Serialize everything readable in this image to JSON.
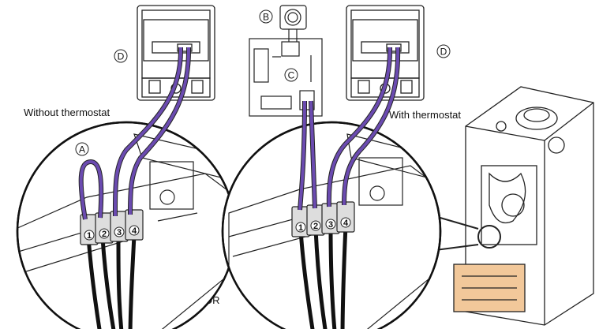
{
  "labels": {
    "without_thermostat": "Without thermostat",
    "with_thermostat": "With thermostat",
    "or": "OR"
  },
  "callouts": {
    "a": "A",
    "b": "B",
    "c": "C",
    "d": "D"
  },
  "terminals": [
    "1",
    "2",
    "3",
    "4"
  ],
  "colors": {
    "wire": "#6b4bb0",
    "line": "#222222",
    "highlight": "#f2c89a"
  }
}
